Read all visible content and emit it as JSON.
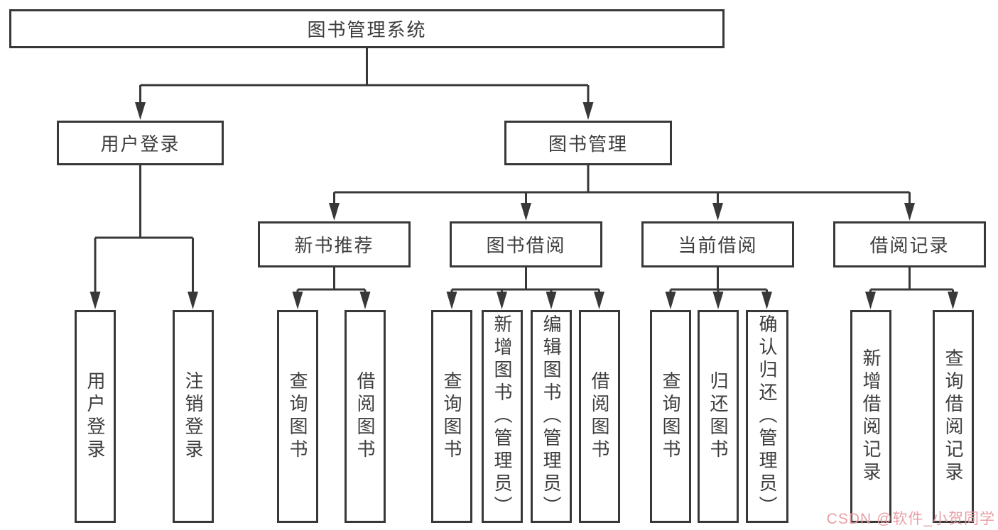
{
  "tree": {
    "root": "图书管理系统",
    "branches": [
      {
        "label": "用户登录",
        "leaves": [
          "用户登录",
          "注销登录"
        ]
      },
      {
        "label": "图书管理",
        "groups": [
          {
            "label": "新书推荐",
            "leaves": [
              "查询图书",
              "借阅图书"
            ]
          },
          {
            "label": "图书借阅",
            "leaves": [
              "查询图书",
              "新增图书（管理员）",
              "编辑图书（管理员）",
              "借阅图书"
            ]
          },
          {
            "label": "当前借阅",
            "leaves": [
              "查询图书",
              "归还图书",
              "确认归还（管理员）"
            ]
          },
          {
            "label": "借阅记录",
            "leaves": [
              "新增借阅记录",
              "查询借阅记录"
            ]
          }
        ]
      }
    ]
  },
  "watermark": {
    "text": "CSDN @软件_小贺同学"
  },
  "colors": {
    "line": "#383838",
    "box_border": "#383838",
    "text": "#3d3d3d",
    "background": "#ffffff",
    "watermark": "#e89aa0"
  }
}
